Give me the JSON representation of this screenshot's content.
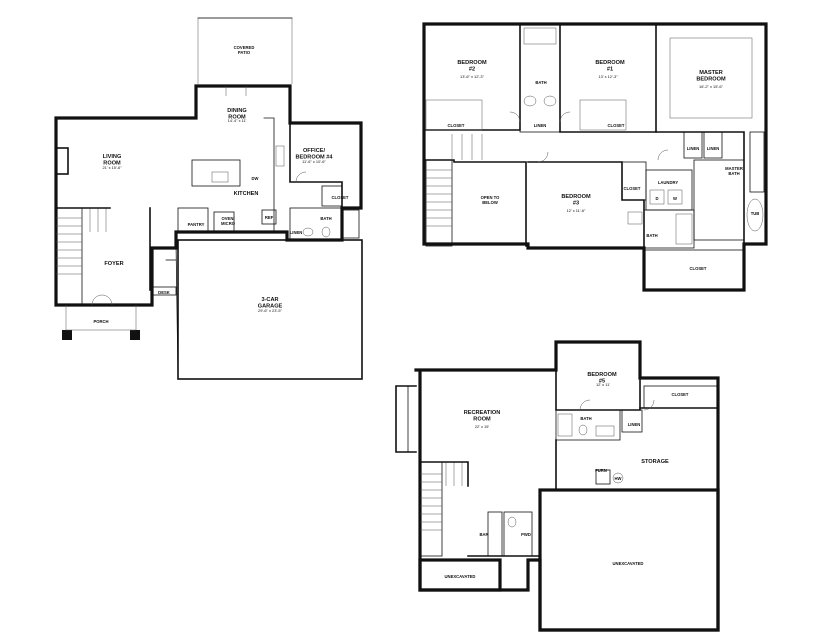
{
  "main_floor": {
    "covered_patio": "COVERED\nPATIO",
    "dining_room": "DINING\nROOM",
    "dining_room_dim": "14'-4\" x 11'",
    "living_room": "LIVING\nROOM",
    "living_room_dim": "21' x 15'-6\"",
    "office": "OFFICE/\nBEDROOM #4",
    "office_dim": "11'-6\" x 10'-6\"",
    "dw": "DW",
    "kitchen": "KITCHEN",
    "closet": "CLOSET",
    "pantry": "PANTRY",
    "oven_micro": "OVEN/\nMICRO",
    "ref": "REF",
    "bath": "BATH",
    "linen": "LINEN",
    "foyer": "FOYER",
    "desk": "DESK",
    "garage": "3-CAR\nGARAGE",
    "garage_dim": "29'-6\" x 23'-5\"",
    "porch": "PORCH"
  },
  "upper_floor": {
    "bedroom2": "BEDROOM\n#2",
    "bedroom2_dim": "13'-6\" x 12'-3\"",
    "bedroom1": "BEDROOM\n#1",
    "bedroom1_dim": "13' x 12'-3\"",
    "master": "MASTER\nBEDROOM",
    "master_dim": "16'-2\" x 15'-6\"",
    "bath": "BATH",
    "closet_b2": "CLOSET",
    "linen": "LINEN",
    "closet_b1": "CLOSET",
    "linen_m1": "LINEN",
    "linen_m2": "LINEN",
    "master_bath": "MASTER\nBATH",
    "open_to_below": "OPEN TO\nBELOW",
    "bedroom3": "BEDROOM\n#3",
    "bedroom3_dim": "12' x 11'-6\"",
    "closet_b3": "CLOSET",
    "laundry": "LAUNDRY",
    "dryer": "D",
    "washer": "W",
    "bath2": "BATH",
    "tub": "TUB",
    "closet_master": "CLOSET"
  },
  "basement": {
    "bedroom5": "BEDROOM\n#5",
    "bedroom5_dim": "12' x 11'",
    "closet": "CLOSET",
    "recreation": "RECREATION\nROOM",
    "recreation_dim": "22' x 15'",
    "bath": "BATH",
    "linen": "LINEN",
    "storage": "STORAGE",
    "furn": "FURN",
    "hw": "HW",
    "bar": "BAR",
    "pwd": "PWD",
    "unexcavated_1": "UNEXCAVATED",
    "unexcavated_2": "UNEXCAVATED"
  }
}
